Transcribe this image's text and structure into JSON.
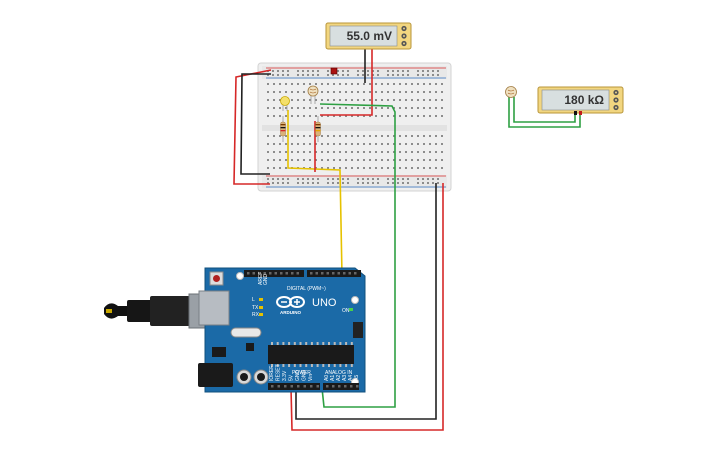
{
  "meters": {
    "voltmeter": {
      "reading": "55.0 mV"
    },
    "ohmmeter": {
      "reading": "180 kΩ"
    }
  },
  "arduino": {
    "model": "UNO",
    "brand": "ARDUINO",
    "header_digital": "DIGITAL (PWM~)",
    "header_power": "POWER",
    "header_analog": "ANALOG IN",
    "on_label": "ON",
    "tx_label": "TX",
    "rx_label": "RX",
    "l_label": "L",
    "aref_label": "AREF",
    "gnd_label": "GND",
    "analog_pins": [
      "A0",
      "A1",
      "A2",
      "A3",
      "A4",
      "A5"
    ],
    "power_pins": [
      "IOREF",
      "RESET",
      "3.3V",
      "5V",
      "GND",
      "GND",
      "Vin"
    ]
  },
  "colors": {
    "board_blue": "#1b6aa7",
    "breadboard": "#f2f2f2",
    "wire_red": "#d62828",
    "wire_black": "#222222",
    "wire_green": "#2ea043",
    "wire_yellow": "#e6c200",
    "meter_bg": "#f2d680",
    "meter_display": "#d8dfe0"
  }
}
